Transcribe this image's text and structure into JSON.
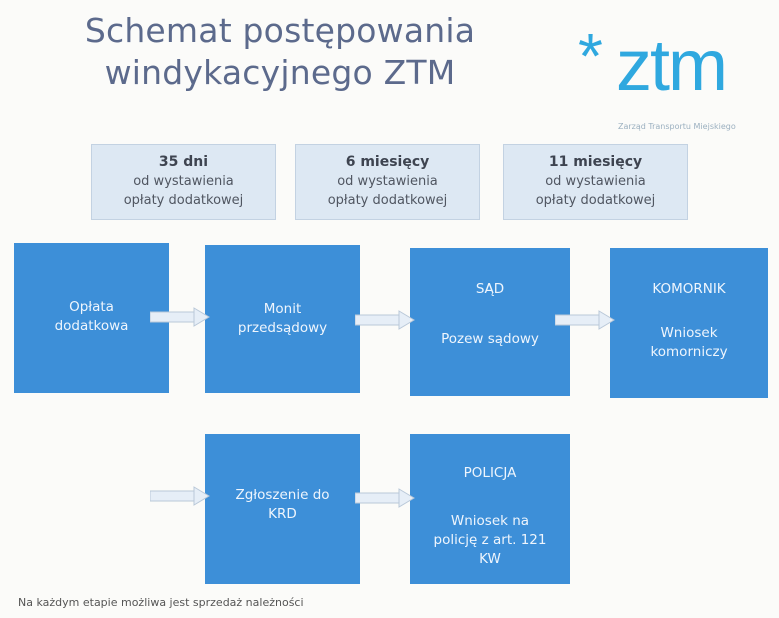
{
  "title_line1": "Schemat postępowania",
  "title_line2": "windykacyjnego ZTM",
  "logo": {
    "mark": "*",
    "text": "ztm",
    "subtitle": "Zarząd Transportu Miejskiego"
  },
  "timeline": [
    {
      "period": "35 dni",
      "line1": "od wystawienia",
      "line2": "opłaty dodatkowej"
    },
    {
      "period": "6 miesięcy",
      "line1": "od wystawienia",
      "line2": "opłaty dodatkowej"
    },
    {
      "period": "11 miesięcy",
      "line1": "od wystawienia",
      "line2": "opłaty dodatkowej"
    }
  ],
  "steps": {
    "oplata": {
      "line1": "Opłata",
      "line2": "dodatkowa"
    },
    "monit": {
      "line1": "Monit",
      "line2": "przedsądowy"
    },
    "sad": {
      "heading": "SĄD",
      "text": "Pozew sądowy"
    },
    "komornik": {
      "heading": "KOMORNIK",
      "line1": "Wniosek",
      "line2": "komorniczy"
    },
    "krd": {
      "line1": "Zgłoszenie do",
      "line2": "KRD"
    },
    "policja": {
      "heading": "POLICJA",
      "line1": "Wniosek na",
      "line2": "policję z art. 121",
      "line3": "KW"
    }
  },
  "footer": "Na każdym etapie możliwa jest sprzedaż należności",
  "colors": {
    "box": "#3d8fd8",
    "time_box": "#dde8f3",
    "title": "#5c6a8c",
    "logo": "#2fa8df"
  }
}
